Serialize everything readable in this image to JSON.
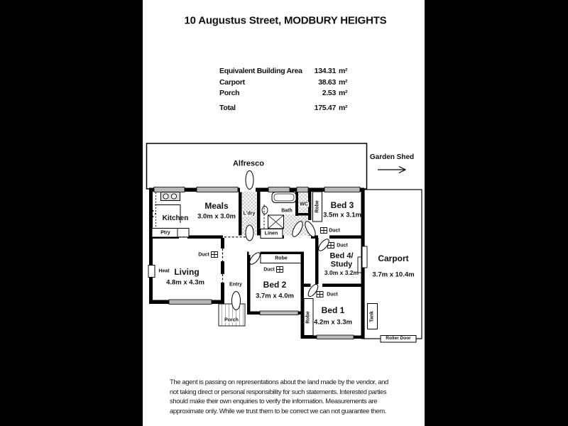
{
  "page": {
    "title": "10 Augustus Street, MODBURY HEIGHTS"
  },
  "area_table": {
    "rows": [
      {
        "label": "Equivalent Building Area",
        "value": "134.31",
        "unit": "m²"
      },
      {
        "label": "Carport",
        "value": "38.63",
        "unit": "m²"
      },
      {
        "label": "Porch",
        "value": "2.53",
        "unit": "m²"
      }
    ],
    "total": {
      "label": "Total",
      "value": "175.47",
      "unit": "m²"
    }
  },
  "floorplan": {
    "alfresco": {
      "name": "Alfresco"
    },
    "garden_shed": {
      "name": "Garden Shed"
    },
    "kitchen": {
      "name": "Kitchen"
    },
    "meals": {
      "name": "Meals",
      "dims": "3.0m x 3.0m"
    },
    "pantry": {
      "name": "Ptry"
    },
    "laundry": {
      "name": "L'dry"
    },
    "linen": {
      "name": "Linen"
    },
    "bath": {
      "name": "Bath"
    },
    "wc": {
      "name": "WC"
    },
    "bed3": {
      "name": "Bed 3",
      "dims": "3.5m x 3.1m"
    },
    "living": {
      "name": "Living",
      "dims": "4.8m x 4.3m"
    },
    "heat": {
      "name": "Heat"
    },
    "entry": {
      "name": "Entry"
    },
    "porch": {
      "name": "Porch"
    },
    "bed2": {
      "name": "Bed 2",
      "dims": "3.7m x 4.0m"
    },
    "bed4": {
      "name_line1": "Bed 4/",
      "name_line2": "Study",
      "dims": "3.0m x 3.2m"
    },
    "bed1": {
      "name": "Bed 1",
      "dims": "4.2m x 3.3m"
    },
    "robe": {
      "name": "Robe"
    },
    "carport": {
      "name": "Carport",
      "dims": "3.7m x 10.4m"
    },
    "tank": {
      "name": "Tank"
    },
    "roller_door": {
      "name": "Roller Door"
    },
    "duct": {
      "name": "Duct"
    }
  },
  "disclaimer": {
    "lines": [
      "The agent is passing on representations about the land made by the vendor, and",
      "not taking direct or personal responsibility for such statements. Interested parties",
      "should make their own enquiries to verify the information. Measurements are",
      "approximate only. While we trust them to be correct we can not guarantee them."
    ]
  }
}
